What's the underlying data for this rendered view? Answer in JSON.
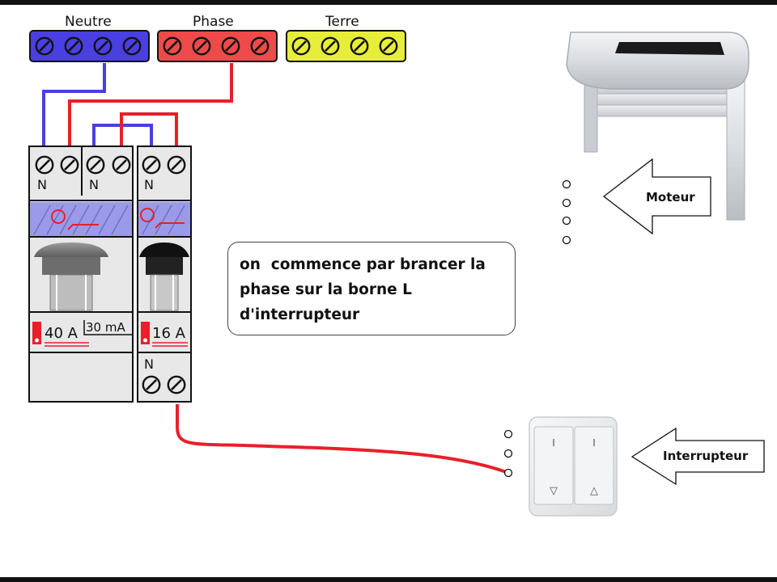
{
  "terminal_blocks": [
    {
      "label": "Neutre",
      "color": "#4a3fe0"
    },
    {
      "label": "Phase",
      "color": "#ef4a4a"
    },
    {
      "label": "Terre",
      "color": "#e6ee3a"
    }
  ],
  "breaker_left": {
    "terminal_labels": [
      "N",
      "N"
    ],
    "rating": "40 A",
    "sensitivity": "30 mA"
  },
  "breaker_right": {
    "terminal_label_top": "N",
    "rating": "16 A",
    "terminal_label_bottom": "N"
  },
  "callout": {
    "lines": [
      "on  commence par brancer la",
      "phase sur la borne L",
      "d'interrupteur"
    ]
  },
  "motor_arrow_label": "Moteur",
  "switch_arrow_label": "Interrupteur",
  "switch_symbols": {
    "left_top": "I",
    "right_top": "I",
    "left_bottom": "▽",
    "right_bottom": "△"
  },
  "wire_colors": {
    "neutral": "#4a3fe0",
    "phase": "#e8202a"
  }
}
